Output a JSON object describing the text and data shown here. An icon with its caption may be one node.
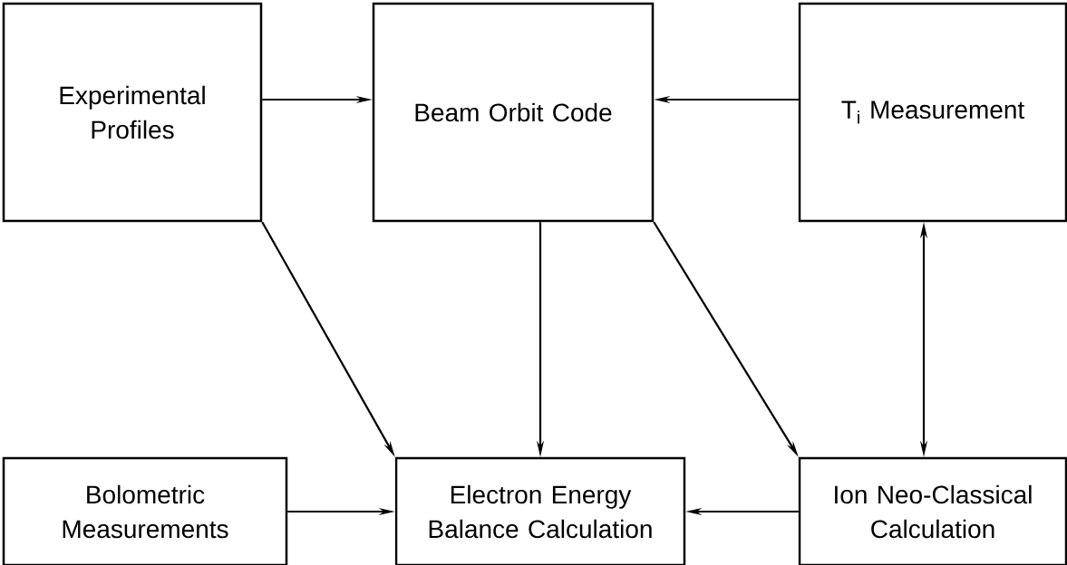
{
  "diagram": {
    "nodes": [
      {
        "text": [
          "Experimental Profiles"
        ]
      },
      {
        "text": [
          "Beam Orbit Code"
        ]
      },
      {
        "text": [
          "T$_{i}$ Measurement"
        ]
      },
      {
        "text": [
          "Bolometric Measurements"
        ]
      },
      {
        "text": [
          "Electron Energy Balance Calculation"
        ]
      },
      {
        "text": [
          "Ion Neo-Classical Calculation"
        ]
      }
    ],
    "edges": [
      {
        "from": 0,
        "to": 1,
        "arrow": "to"
      },
      {
        "from": 2,
        "to": 1,
        "arrow": "to"
      },
      {
        "from": 0,
        "to": 4,
        "arrow": "to"
      },
      {
        "from": 1,
        "to": 4,
        "arrow": "to"
      },
      {
        "from": 1,
        "to": 5,
        "arrow": "to"
      },
      {
        "from": 2,
        "to": 5,
        "arrow": "both"
      },
      {
        "from": 3,
        "to": 4,
        "arrow": "to"
      },
      {
        "from": 5,
        "to": 4,
        "arrow": "to"
      }
    ]
  }
}
